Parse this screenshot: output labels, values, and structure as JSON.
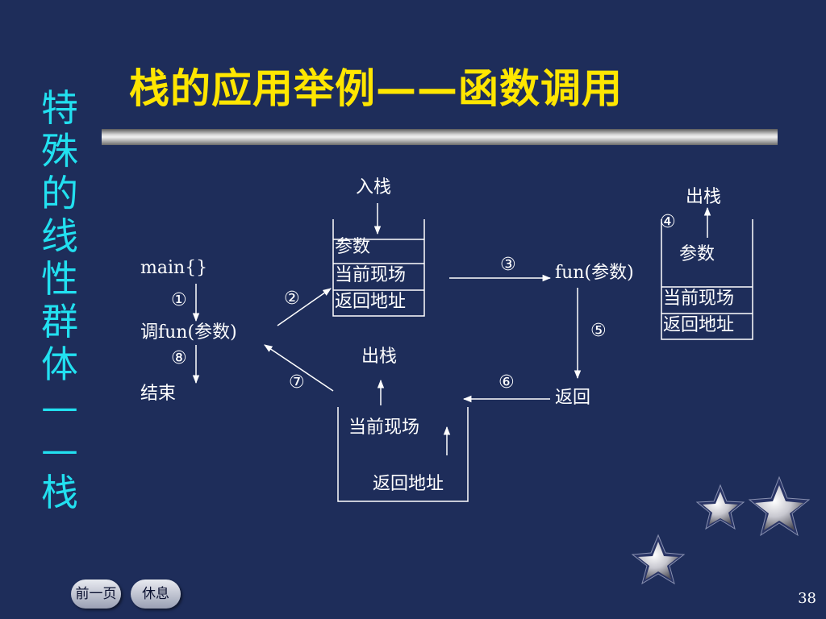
{
  "side_title": [
    "特",
    "殊",
    "的",
    "线",
    "性",
    "群",
    "体",
    "—",
    "—",
    "栈"
  ],
  "title": "栈的应用举例——函数调用",
  "main": {
    "line1": "main{}",
    "call": "调fun(参数)",
    "end": "结束"
  },
  "steps": [
    "①",
    "②",
    "③",
    "④",
    "⑤",
    "⑥",
    "⑦",
    "⑧"
  ],
  "push": {
    "label": "入栈",
    "cells": [
      "参数",
      "当前现场",
      "返回地址"
    ]
  },
  "fun_label": "fun(参数)",
  "pop_right": {
    "label": "出栈",
    "top": "参数",
    "cells": [
      "当前现场",
      "返回地址"
    ]
  },
  "ret_label": "返回",
  "pop_bottom": {
    "label": "出栈",
    "item1": "当前现场",
    "item2": "返回地址"
  },
  "nav": {
    "prev": "前一页",
    "rest": "休息"
  },
  "page_number": "38",
  "colors": {
    "background": "#1e2d5a",
    "title": "#ffe600",
    "side_title": "#22e0f0",
    "text": "#ffffff"
  }
}
